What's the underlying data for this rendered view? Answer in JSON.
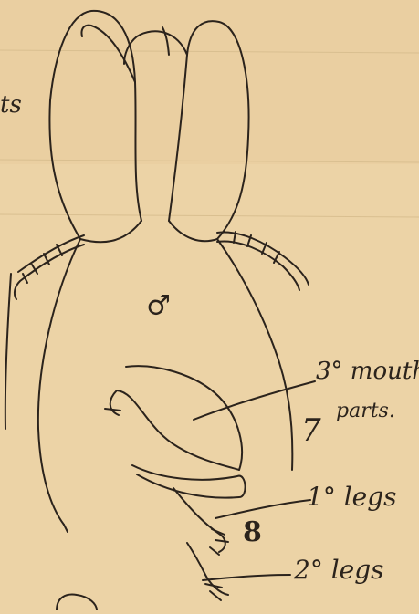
{
  "labels": {
    "top_left": "ts",
    "male_symbol": "♂",
    "mouthparts_3_line1": "3° mouth",
    "mouthparts_3_line2": "parts.",
    "number_7": "7",
    "legs_1": "1° legs",
    "number_8": "8",
    "legs_2": "2° legs"
  },
  "colors": {
    "paper": "#ecd3a6",
    "ink": "#2b231c"
  }
}
